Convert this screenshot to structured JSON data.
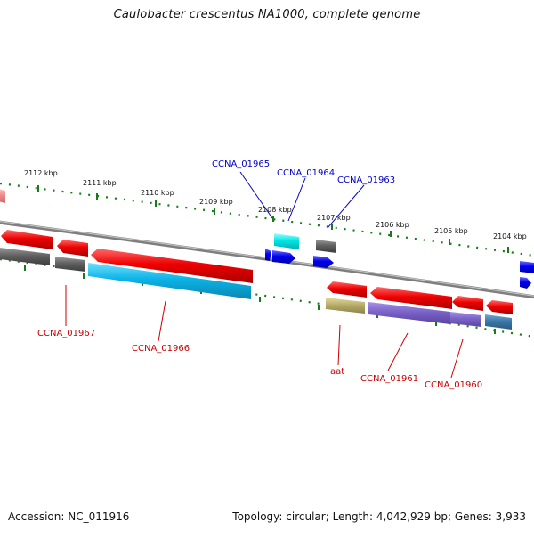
{
  "title": "Caulobacter crescentus NA1000, complete genome",
  "footer": {
    "accession_label": "Accession:",
    "accession": "NC_011916",
    "topology_label": "Topology:",
    "topology": "circular",
    "length_label": "Length:",
    "length": "4,042,929 bp",
    "genes_label": "Genes:",
    "genes": "3,933"
  },
  "scale_marks": [
    "2112 kbp",
    "2111 kbp",
    "2110 kbp",
    "2109 kbp",
    "2108 kbp",
    "2107 kbp",
    "2106 kbp",
    "2105 kbp",
    "2104 kbp"
  ],
  "forward_gene_labels": [
    "CCNA_01965",
    "CCNA_01964",
    "CCNA_01963"
  ],
  "reverse_gene_labels": [
    "CCNA_01967",
    "CCNA_01966",
    "aat",
    "CCNA_01961",
    "CCNA_01960"
  ],
  "colors": {
    "forward_label": "#0000cc",
    "reverse_label": "#cc0000",
    "tick": "#1a7a1a",
    "backbone": "#8a8a8a",
    "red_feature": "#ee0000",
    "gray_feature": "#5a5a5a",
    "cyan_feature": "#0bb3e6",
    "olive_feature": "#b8ae6a",
    "purple_feature": "#7a62c8",
    "steel_feature": "#3a78a8",
    "blue_feature": "#0000ee",
    "aqua_feature": "#00e6e6",
    "pink_feature": "#f08a8a"
  }
}
